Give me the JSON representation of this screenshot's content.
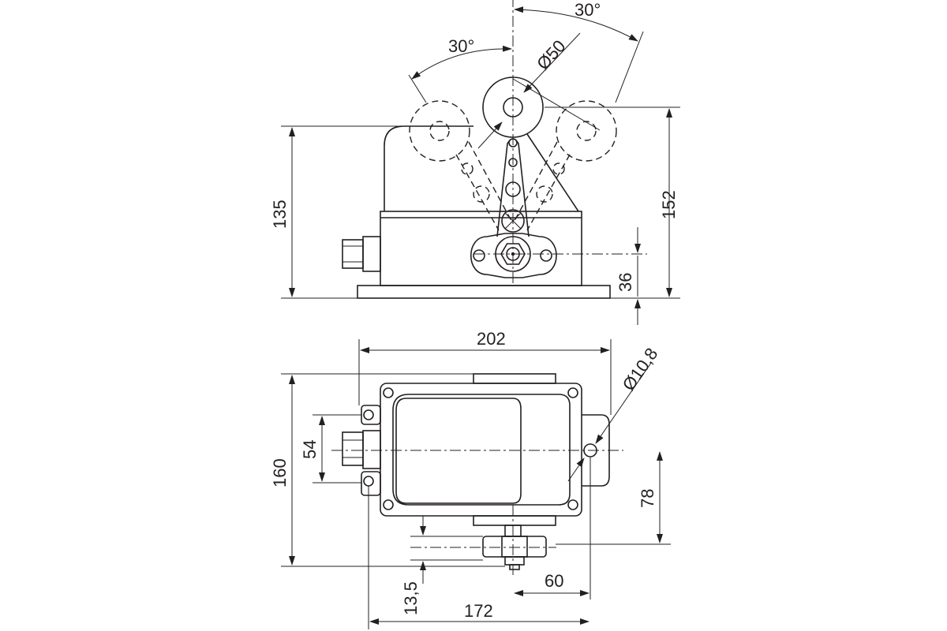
{
  "dimensions": {
    "angle_right": "30°",
    "angle_left": "30°",
    "roller_diameter": "Ø50",
    "height_total_left": "135",
    "height_total_right": "152",
    "shaft_height": "36",
    "length_202": "202",
    "mount_hole_diameter": "Ø10,8",
    "width_160": "160",
    "gland_54": "54",
    "offset_78": "78",
    "edge_13_5": "13,5",
    "shaft_60": "60",
    "hole_spacing_172": "172"
  }
}
